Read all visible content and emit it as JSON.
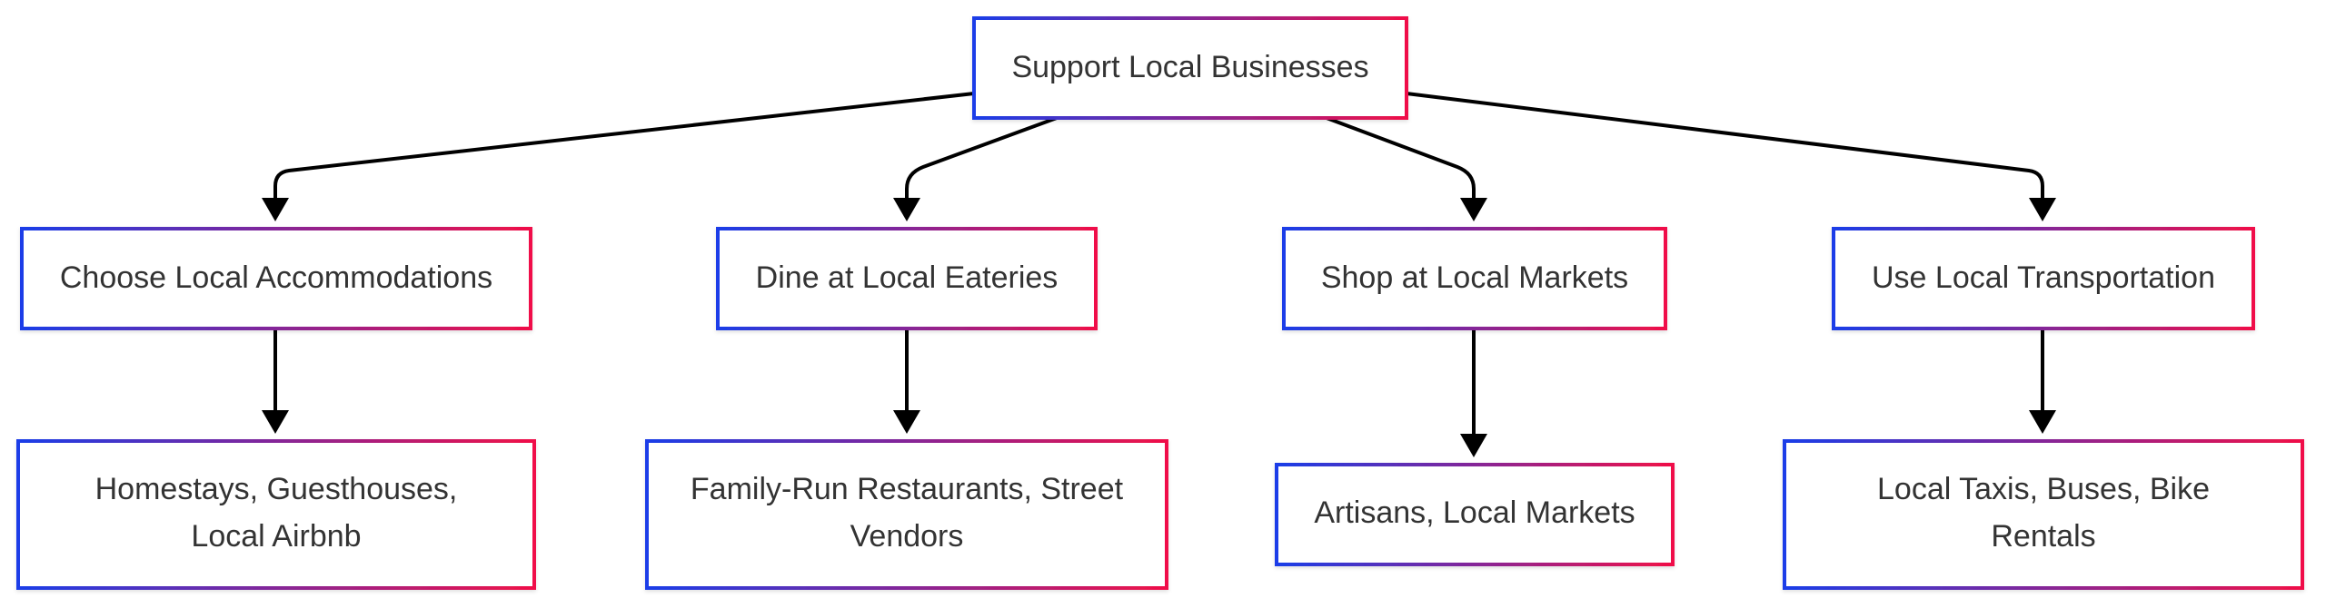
{
  "diagram": {
    "root": {
      "label": "Support Local Businesses"
    },
    "categories": [
      {
        "label": "Choose Local Accommodations",
        "detail_lines": [
          "Homestays, Guesthouses,",
          "Local Airbnb"
        ]
      },
      {
        "label": "Dine at Local Eateries",
        "detail_lines": [
          "Family-Run Restaurants, Street",
          "Vendors"
        ]
      },
      {
        "label": "Shop at Local Markets",
        "detail_lines": [
          "Artisans, Local Markets"
        ]
      },
      {
        "label": "Use Local Transportation",
        "detail_lines": [
          "Local Taxis, Buses, Bike",
          "Rentals"
        ]
      }
    ],
    "colors": {
      "border_start": "#1a3de8",
      "border_end": "#f01048",
      "edge": "#000000",
      "text": "#333333"
    }
  }
}
